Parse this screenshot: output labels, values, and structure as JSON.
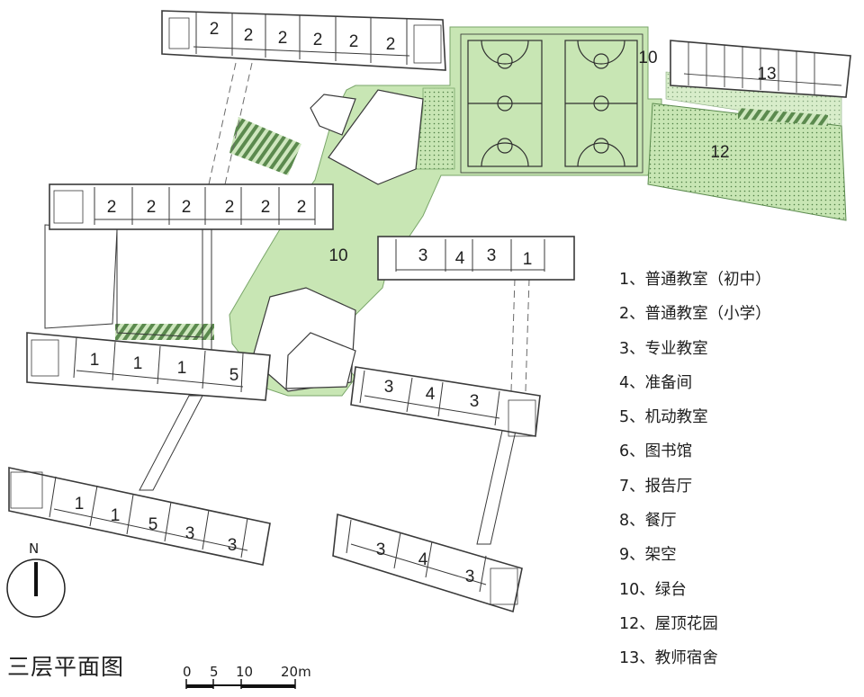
{
  "title": "三层平面图",
  "north_label": "N",
  "scale": [
    "0",
    "5",
    "10",
    "20m"
  ],
  "legend": [
    "1、普通教室（初中）",
    "2、普通教室（小学）",
    "3、专业教室",
    "4、准备间",
    "5、机动教室",
    "6、图书馆",
    "7、报告厅",
    "8、餐厅",
    "9、架空",
    "10、绿台",
    "12、屋顶花园",
    "13、教师宿舍"
  ],
  "labels": {
    "top_row": [
      "2",
      "2",
      "2",
      "2",
      "2",
      "2"
    ],
    "mid_row": [
      "2",
      "2",
      "2",
      "2",
      "2",
      "2"
    ],
    "green_deck": [
      "10",
      "10"
    ],
    "roof_garden": "12",
    "dorm": "13",
    "center_block": [
      "3",
      "4",
      "3",
      "1"
    ],
    "left_block": [
      "1",
      "1",
      "1",
      "5"
    ],
    "right_block": [
      "3",
      "4",
      "3"
    ],
    "lower_left_block": [
      "1",
      "1",
      "5",
      "3",
      "3"
    ],
    "lower_right_block": [
      "3",
      "4",
      "3"
    ]
  },
  "colors": {
    "green": "#c8e6b4",
    "green_stroke": "#7aa66a",
    "roof_hatch": "#5b8a4e",
    "wall": "#3a3a3a"
  }
}
